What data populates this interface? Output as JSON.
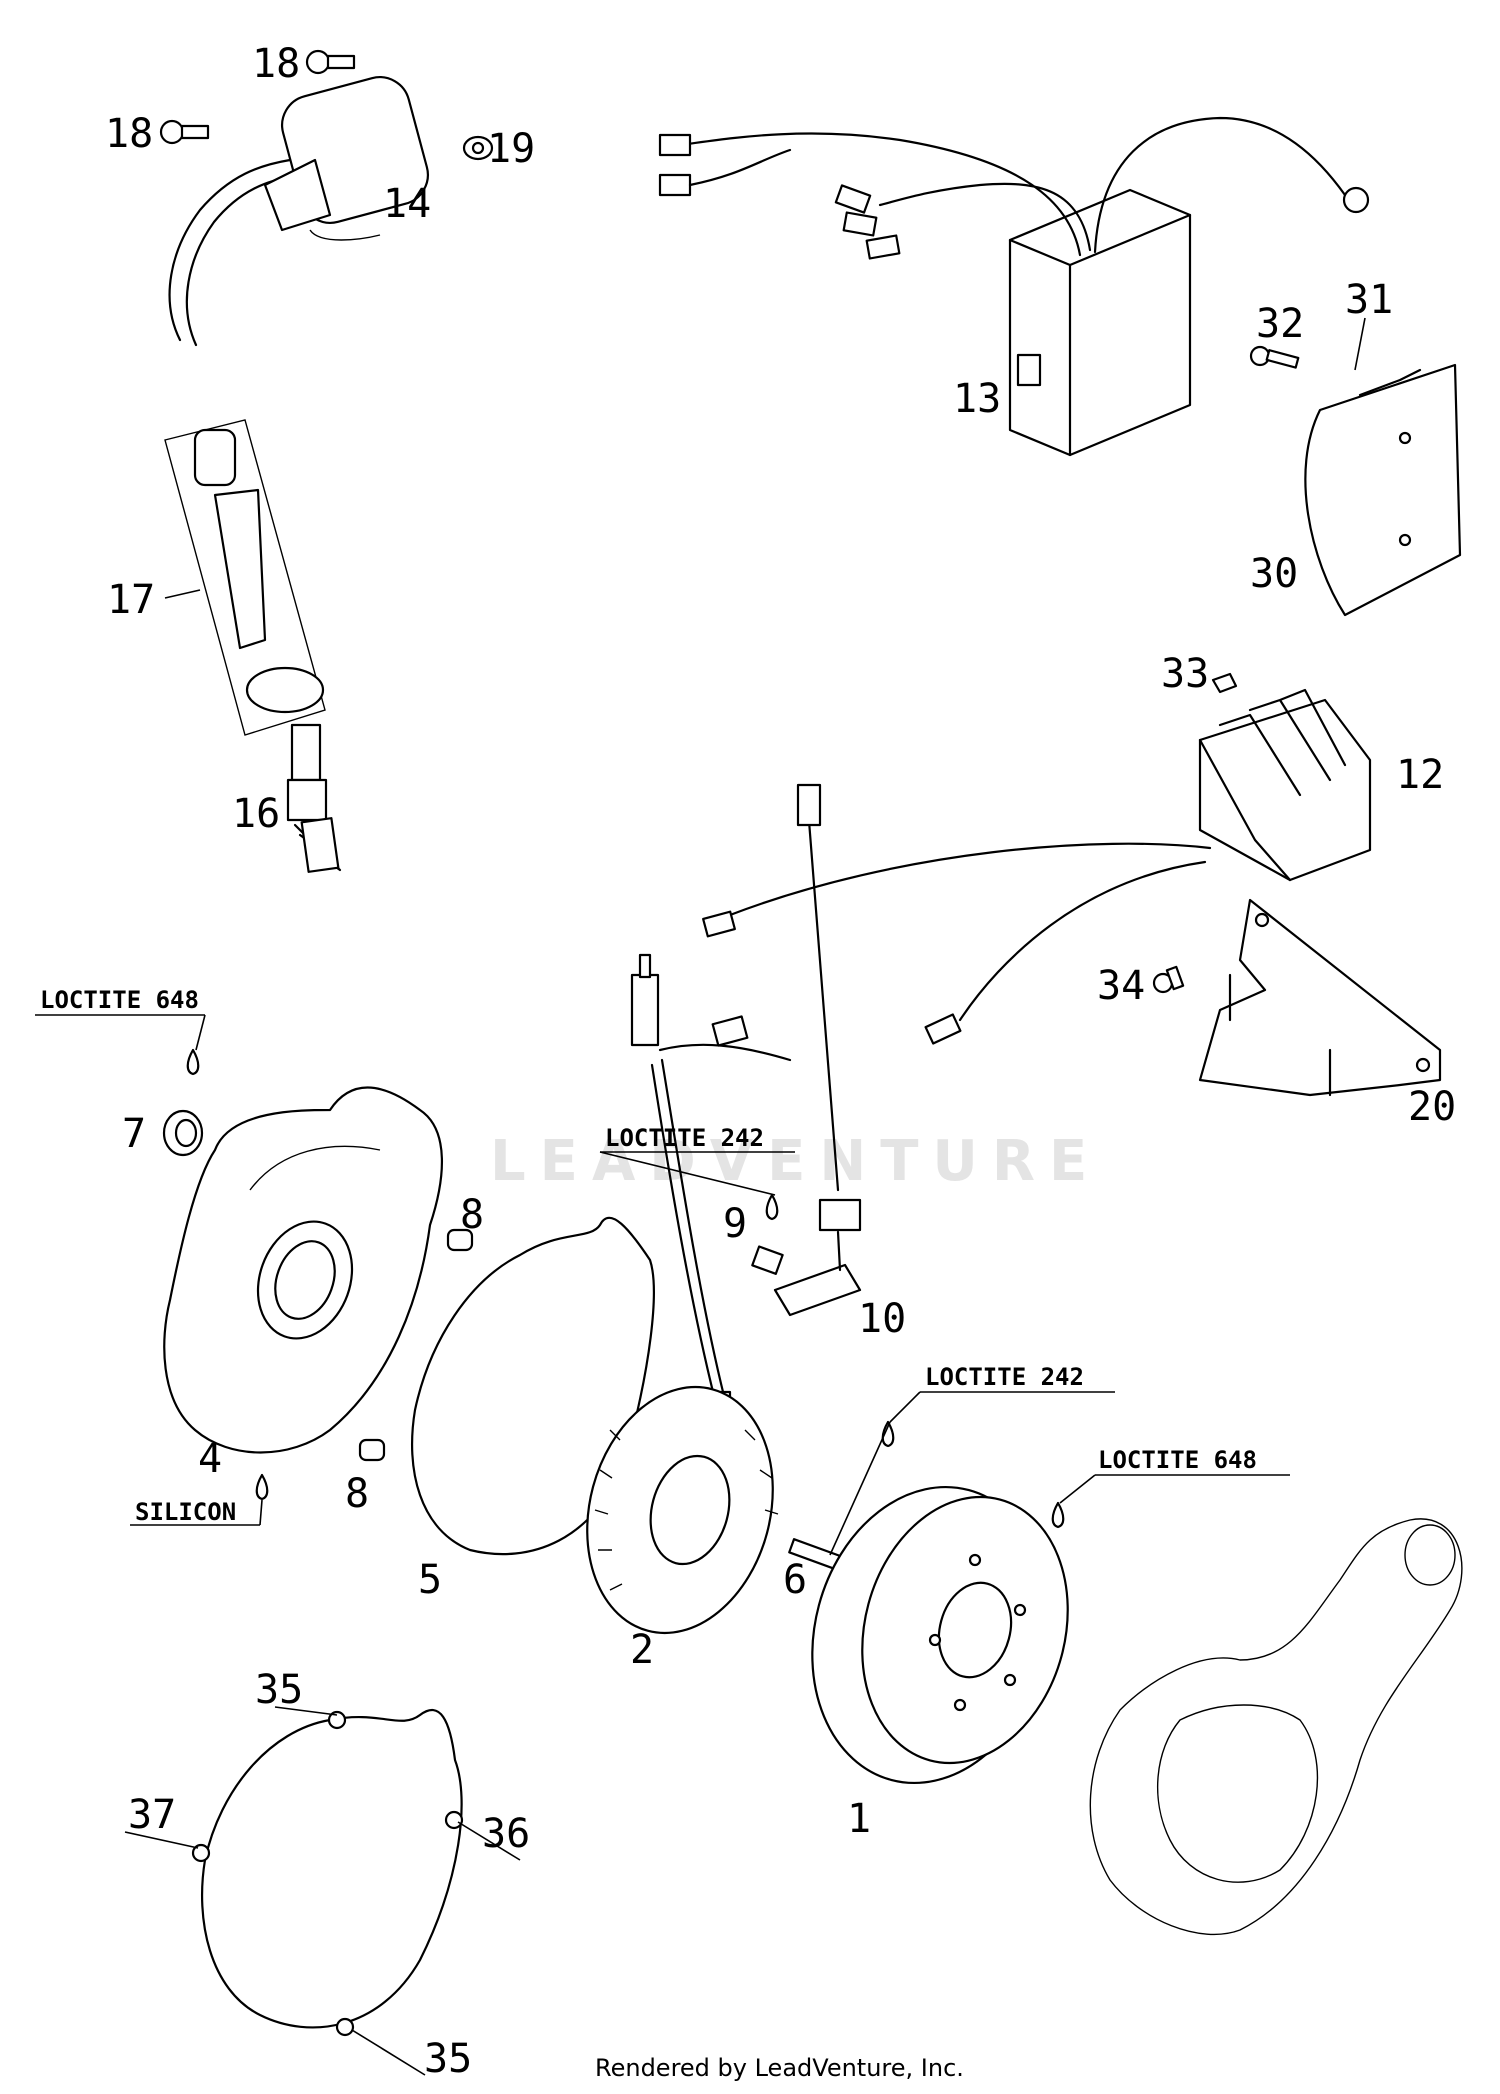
{
  "watermark": "LEADVENTURE",
  "footer": "Rendered by LeadVenture, Inc.",
  "callouts": {
    "p18a": "18",
    "p18b": "18",
    "p19": "19",
    "p14": "14",
    "p13": "13",
    "p32": "32",
    "p31": "31",
    "p30": "30",
    "p17": "17",
    "p16": "16",
    "p33": "33",
    "p12": "12",
    "p34": "34",
    "p20": "20",
    "p7": "7",
    "p8a": "8",
    "p8b": "8",
    "p9": "9",
    "p10": "10",
    "p4": "4",
    "p5": "5",
    "p2": "2",
    "p6": "6",
    "p1": "1",
    "p35a": "35",
    "p35b": "35",
    "p37": "37",
    "p36": "36"
  },
  "notes": {
    "loctite_648_a": "LOCTITE 648",
    "loctite_242_a": "LOCTITE 242",
    "loctite_242_b": "LOCTITE 242",
    "loctite_648_b": "LOCTITE 648",
    "silicon": "SILICON"
  }
}
